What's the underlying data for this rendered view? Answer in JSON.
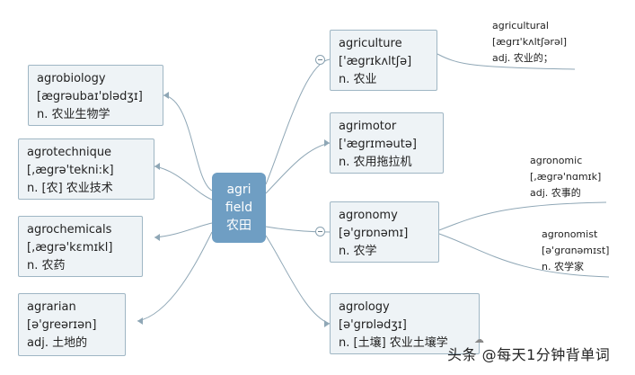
{
  "center": {
    "line1": "agri",
    "line2": "field",
    "line3": "农田"
  },
  "left_nodes": [
    {
      "word": "agrobiology",
      "ipa": "[ægrəubaɪ'ɒlədʒɪ]",
      "meaning": "n. 农业生物学"
    },
    {
      "word": "agrotechnique",
      "ipa": "[,ægrə'tekni:k]",
      "meaning": "n. [农] 农业技术"
    },
    {
      "word": "agrochemicals",
      "ipa": "[,ægrə'kɛmɪkl]",
      "meaning": "n. 农药"
    },
    {
      "word": "agrarian",
      "ipa": "[ə'greərɪən]",
      "meaning": "adj. 土地的"
    }
  ],
  "right_nodes": [
    {
      "word": "agriculture",
      "ipa": "['ægrɪkʌltʃə]",
      "meaning": "n. 农业"
    },
    {
      "word": "agrimotor",
      "ipa": "['ægrɪməutə]",
      "meaning": "n. 农用拖拉机"
    },
    {
      "word": "agronomy",
      "ipa": "[ə'grɒnəmɪ]",
      "meaning": "n. 农学"
    },
    {
      "word": "agrology",
      "ipa": "[ə'grɒlədʒɪ]",
      "meaning": "n. [土壤] 农业土壤学"
    }
  ],
  "leaves": [
    {
      "word": "agricultural",
      "ipa": "[ægrɪ'kʌltʃərəl]",
      "meaning": "adj. 农业的；"
    },
    {
      "word": "agronomic",
      "ipa": "[,ægrə'nɑmɪk]",
      "meaning": "adj. 农事的"
    },
    {
      "word": "agronomist",
      "ipa": "[ə'grɑnəmɪst]",
      "meaning": "n. 农学家"
    }
  ],
  "watermark": "头条 @每天1分钟背单词",
  "colors": {
    "center_fill": "#6f9ec3",
    "node_fill": "#eef3f6",
    "node_border": "#9fb6c4",
    "edge": "#8fa7b6"
  }
}
